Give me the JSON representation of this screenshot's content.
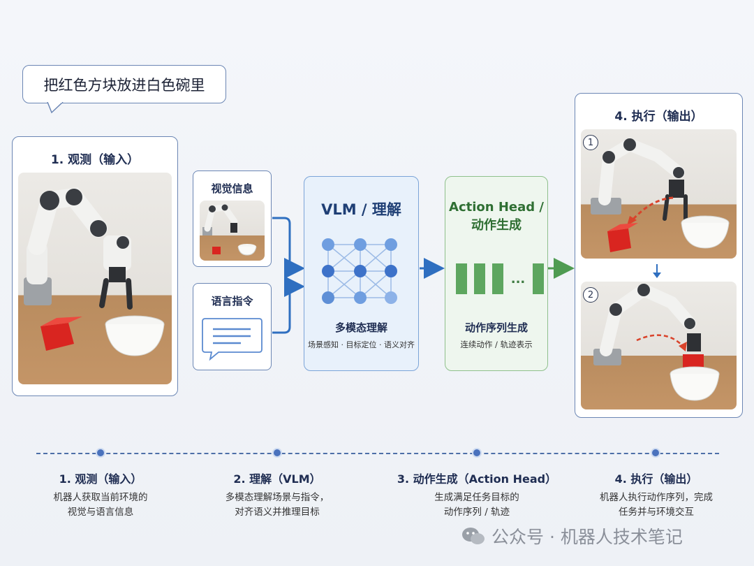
{
  "instruction_bubble": "把红色方块放进白色碗里",
  "observe_panel": {
    "title": "1. 观测（输入）"
  },
  "visual_info": {
    "title": "视觉信息"
  },
  "language_cmd": {
    "title": "语言指令"
  },
  "vlm_box": {
    "title": "VLM / 理解",
    "subtitle": "多模态理解",
    "detail": "场景感知 · 目标定位 · 语义对齐"
  },
  "action_head_box": {
    "title_line1": "Action Head /",
    "title_line2": "动作生成",
    "ellipsis": "...",
    "subtitle": "动作序列生成",
    "detail": "连续动作 / 轨迹表示"
  },
  "execute_panel": {
    "title": "4. 执行（输出）",
    "step1": "1",
    "step2": "2"
  },
  "timeline": [
    {
      "title": "1. 观测（输入）",
      "line1": "机器人获取当前环境的",
      "line2": "视觉与语言信息"
    },
    {
      "title": "2. 理解（VLM）",
      "line1": "多模态理解场景与指令，",
      "line2": "对齐语义并推理目标"
    },
    {
      "title": "3. 动作生成（Action Head）",
      "line1": "生成满足任务目标的",
      "line2": "动作序列 / 轨迹"
    },
    {
      "title": "4. 执行（输出）",
      "line1": "机器人执行动作序列，完成",
      "line2": "任务并与环境交互"
    }
  ],
  "watermark": "公众号 · 机器人技术笔记",
  "colors": {
    "blue_accent": "#2f6fc0",
    "green_accent": "#4f9b52",
    "panel_border": "#6b86b4",
    "red_arrow": "#d9432b"
  }
}
